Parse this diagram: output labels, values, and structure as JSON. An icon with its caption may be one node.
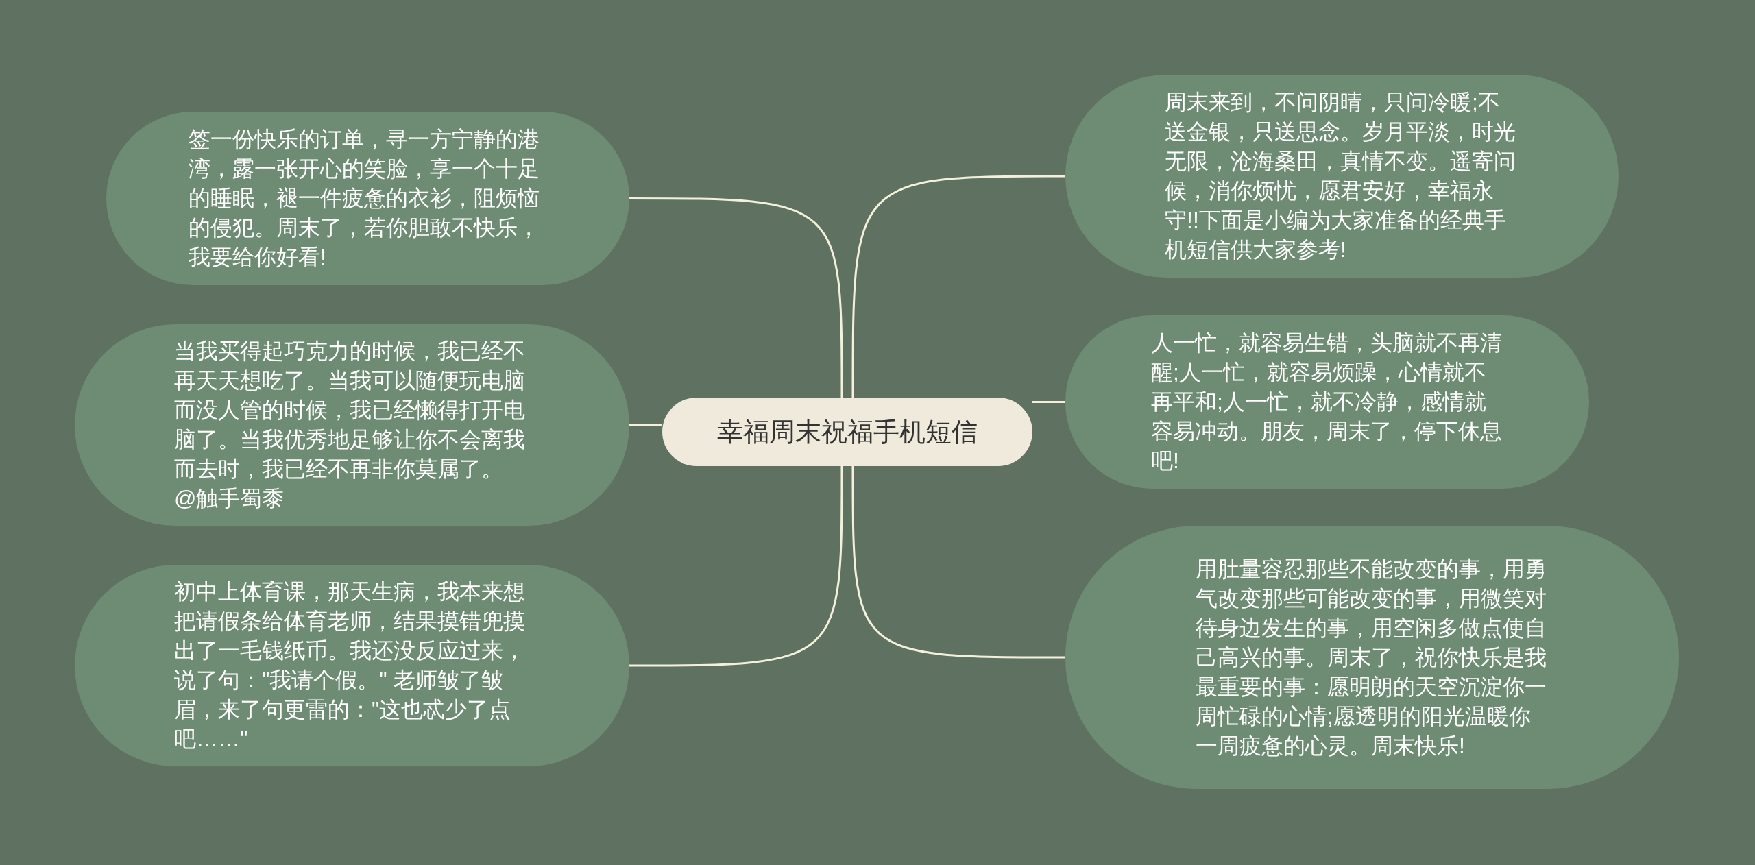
{
  "diagram": {
    "nodes": [
      {
        "text": [
          "幸福周末祝福手机短信"
        ]
      },
      {
        "text": [
          "签一份快乐的订单，寻一方宁静的港湾，露一张开心的笑脸，享一个十足的睡眠，褪一件疲惫的衣衫，阻烦恼的侵犯。周末了，若你胆敢不快乐，我要给你好看!"
        ]
      },
      {
        "text": [
          "当我买得起巧克力的时候，我已经不再天天想吃了。当我可以随便玩电脑而没人管的时候，我已经懒得打开电脑了。当我优秀地足够让你不会离我而去时，我已经不再非你莫属了。 @触手蜀黍"
        ]
      },
      {
        "text": [
          "初中上体育课，那天生病，我本来想把请假条给体育老师，结果摸错兜摸出了一毛钱纸币。我还没反应过来，说了句：\"我请个假。\" 老师皱了皱眉，来了句更雷的：\"这也忒少了点吧……\""
        ]
      },
      {
        "text": [
          "周末来到，不问阴晴，只问冷暖;不送金银，只送思念。岁月平淡，时光无限，沧海桑田，真情不变。遥寄问候，消你烦忧，愿君安好，幸福永守!!下面是小编为大家准备的经典手机短信供大家参考!"
        ]
      },
      {
        "text": [
          "人一忙，就容易生错，头脑就不再清醒;人一忙，就容易烦躁，心情就不再平和;人一忙，就不冷静，感情就容易冲动。朋友，周末了，停下休息吧!"
        ]
      },
      {
        "text": [
          "用肚量容忍那些不能改变的事，用勇气改变那些可能改变的事，用微笑对待身边发生的事，用空闲多做点使自己高兴的事。周末了，祝你快乐是我最重要的事：愿明朗的天空沉淀你一周忙碌的心情;愿透明的阳光温暖你一周疲惫的心灵。周末快乐!"
        ]
      }
    ],
    "edges": [
      {
        "from": 0,
        "to": 1,
        "arrow": "none"
      },
      {
        "from": 0,
        "to": 2,
        "arrow": "none"
      },
      {
        "from": 0,
        "to": 3,
        "arrow": "none"
      },
      {
        "from": 0,
        "to": 4,
        "arrow": "none"
      },
      {
        "from": 0,
        "to": 5,
        "arrow": "none"
      },
      {
        "from": 0,
        "to": 6,
        "arrow": "none"
      }
    ]
  }
}
